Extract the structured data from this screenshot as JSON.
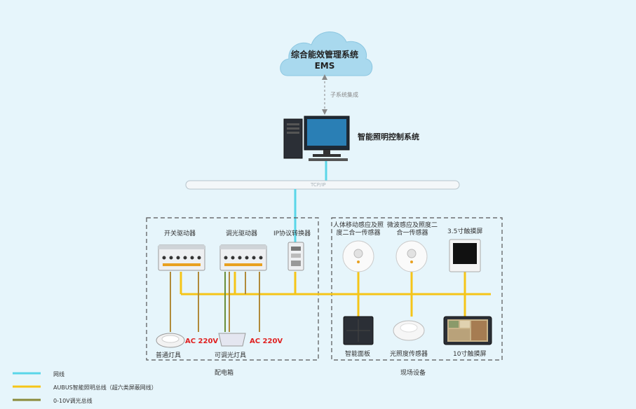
{
  "cloud": {
    "line1": "综合能效管理系统",
    "line2": "EMS"
  },
  "subsystem_label": "子系统集成",
  "control_system_label": "智能照明控制系统",
  "network_bar_label": "TCP/IP",
  "distribution_box": {
    "title": "配电箱",
    "switch_driver": "开关驱动器",
    "dimming_driver": "调光驱动器",
    "ip_converter": "IP协议转换器",
    "lamp_normal": "普通灯具",
    "lamp_dimmable": "可调光灯具",
    "ac1": "AC 220V",
    "ac2": "AC 220V"
  },
  "field_devices": {
    "title": "现场设备",
    "sensor_motion": "人体移动感应及照度二合一传感器",
    "sensor_microwave": "微波感应及照度二合一传感器",
    "touch35": "3.5寸触摸屏",
    "panel": "智能面板",
    "lux_sensor": "光照度传感器",
    "touch10": "10寸触摸屏"
  },
  "legend": [
    {
      "label": "网线",
      "color": "#5ad6e8"
    },
    {
      "label": "AUBUS智能照明总线（超六类屏蔽网线）",
      "color": "#f5c518"
    },
    {
      "label": "0-10V调光总线",
      "color": "#8a8a3a"
    }
  ]
}
